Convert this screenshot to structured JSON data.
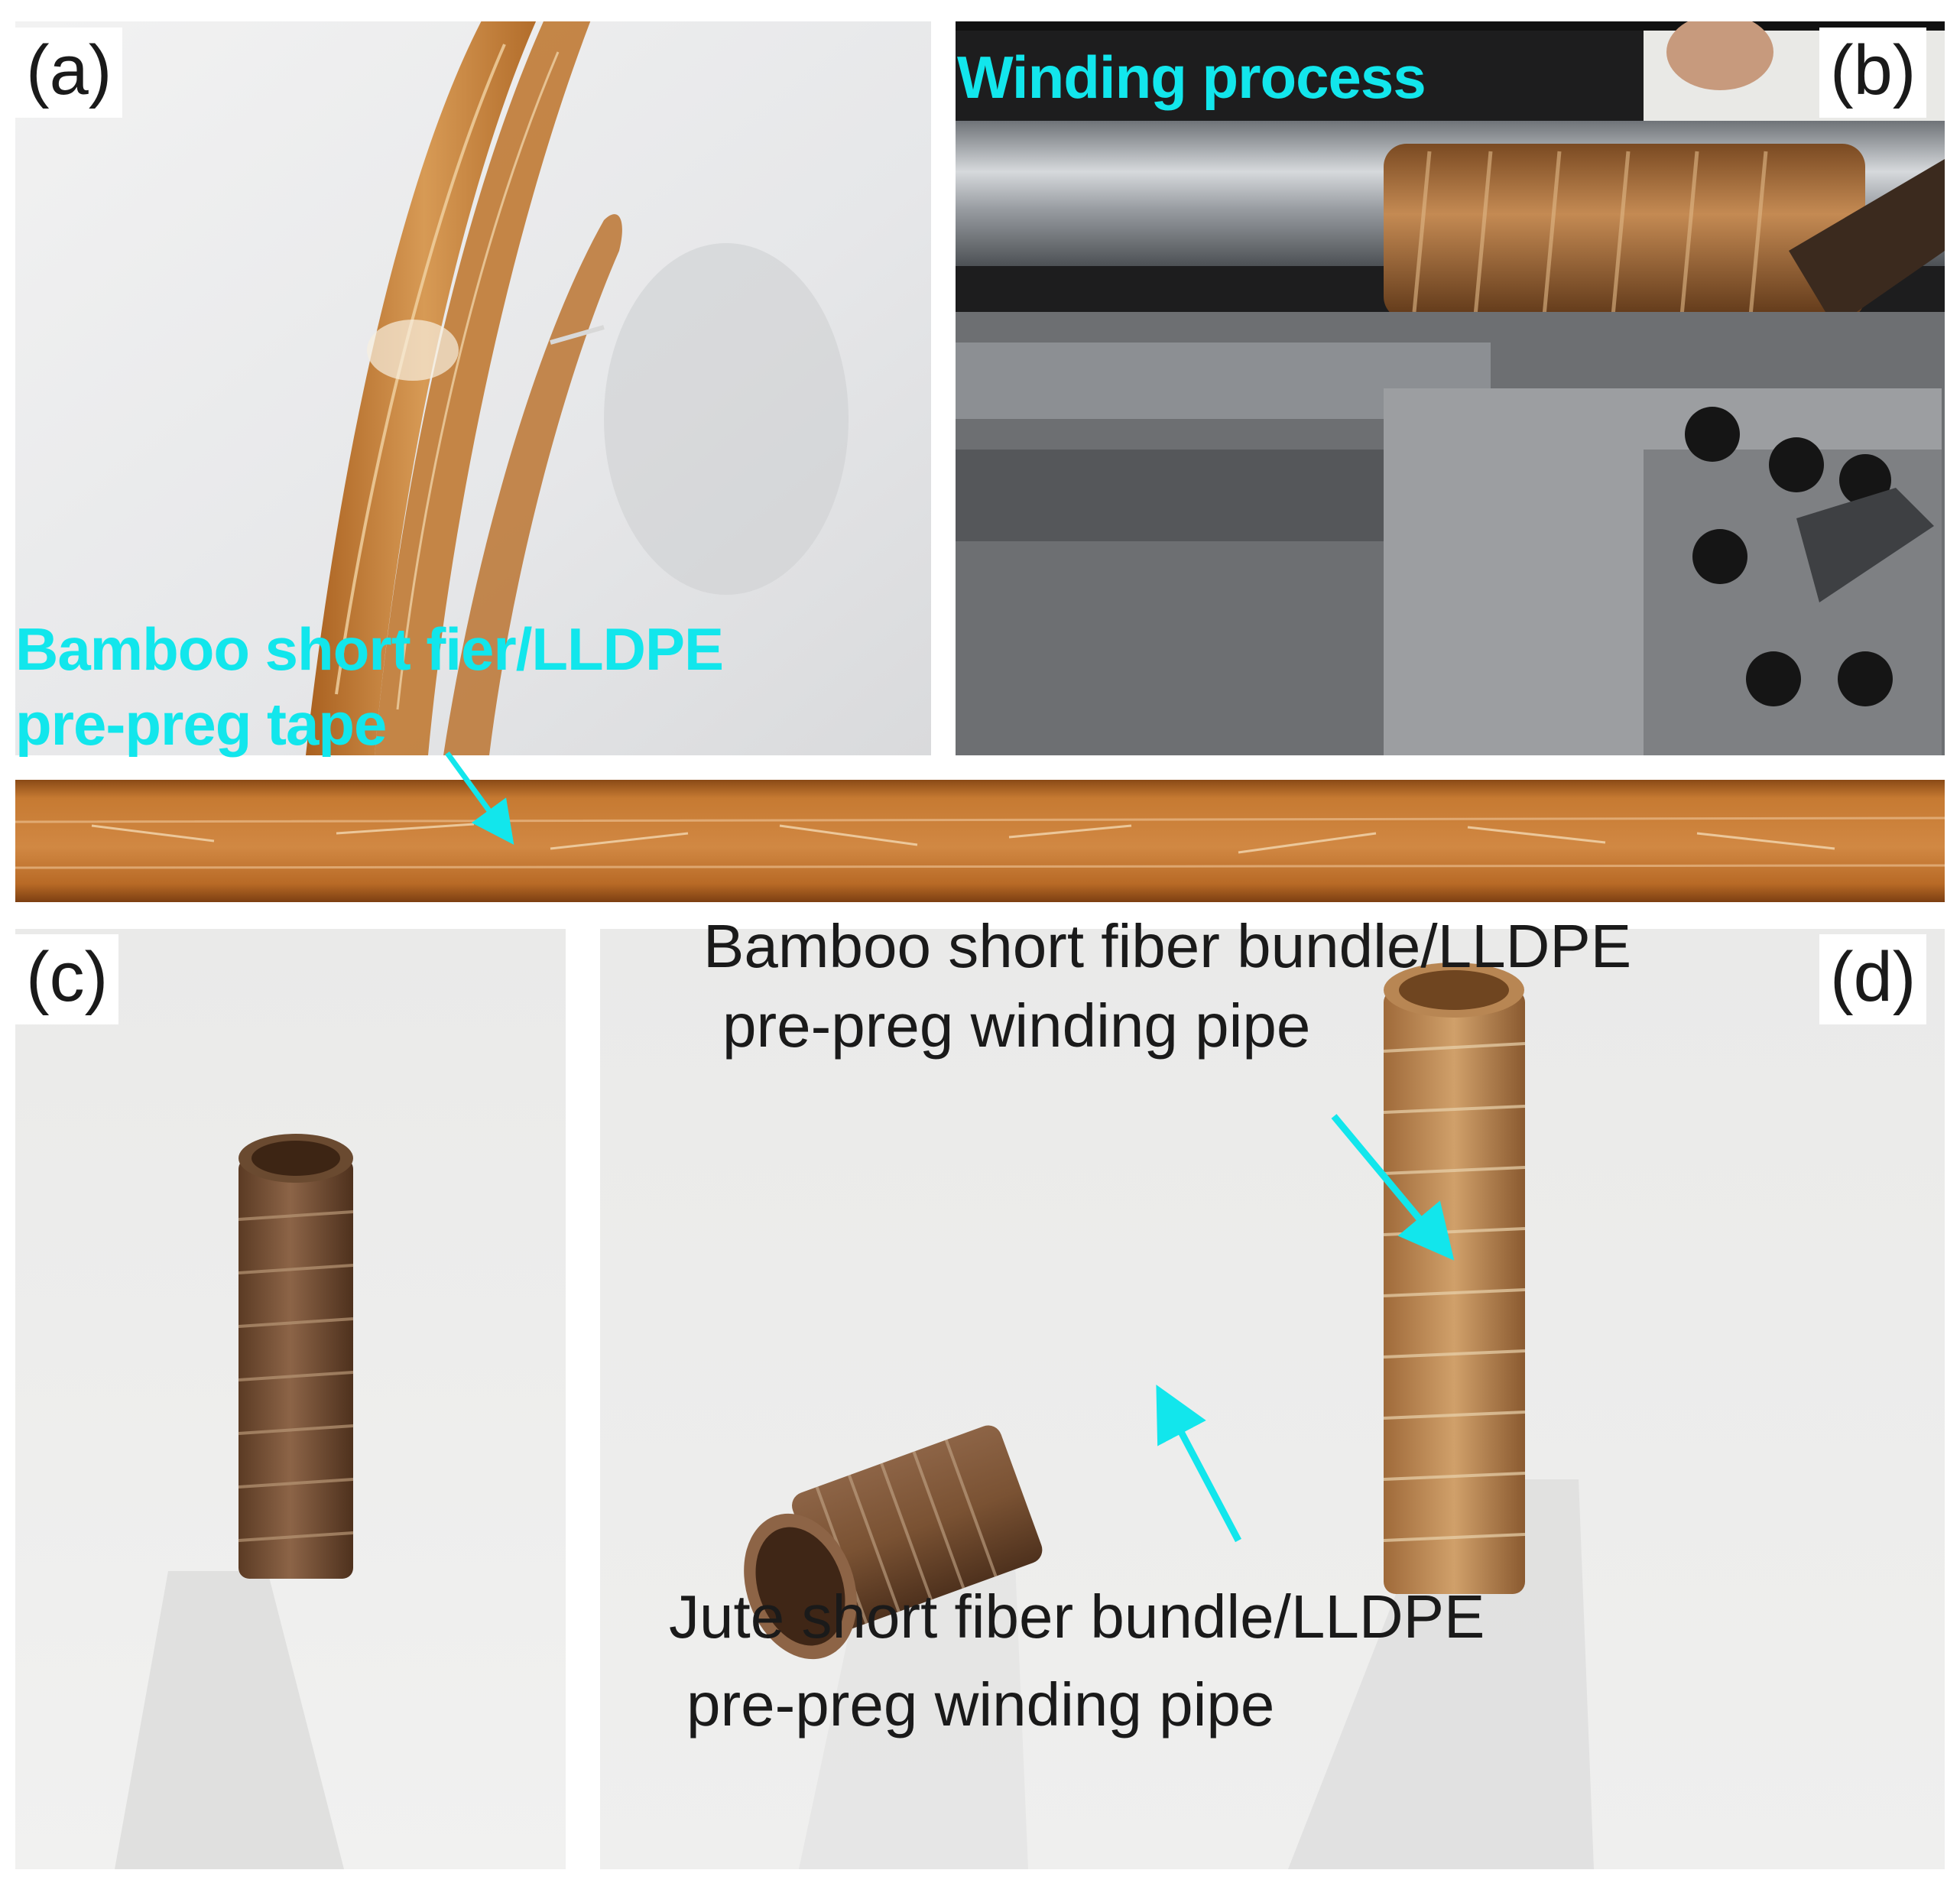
{
  "panels": {
    "a": {
      "label": "(a)"
    },
    "b": {
      "label": "(b)",
      "caption": "Winding process"
    },
    "c": {
      "label": "(c)"
    },
    "d": {
      "label": "(d)"
    }
  },
  "annotations": {
    "tape_line1": "Bamboo short fier/LLDPE",
    "tape_line2": "pre-preg tape",
    "bamboo_pipe_line1": "Bamboo short fiber bundle/LLDPE",
    "bamboo_pipe_line2": "pre-preg winding pipe",
    "jute_pipe_line1": "Jute short fiber bundle/LLDPE",
    "jute_pipe_line2": "pre-preg winding pipe"
  },
  "colors": {
    "annotation_cyan": "#12e6ec",
    "tape_orange": "#c9782e",
    "pipe_brown": "#7a5233",
    "bamboo_pipe_tan": "#c08a4e"
  }
}
